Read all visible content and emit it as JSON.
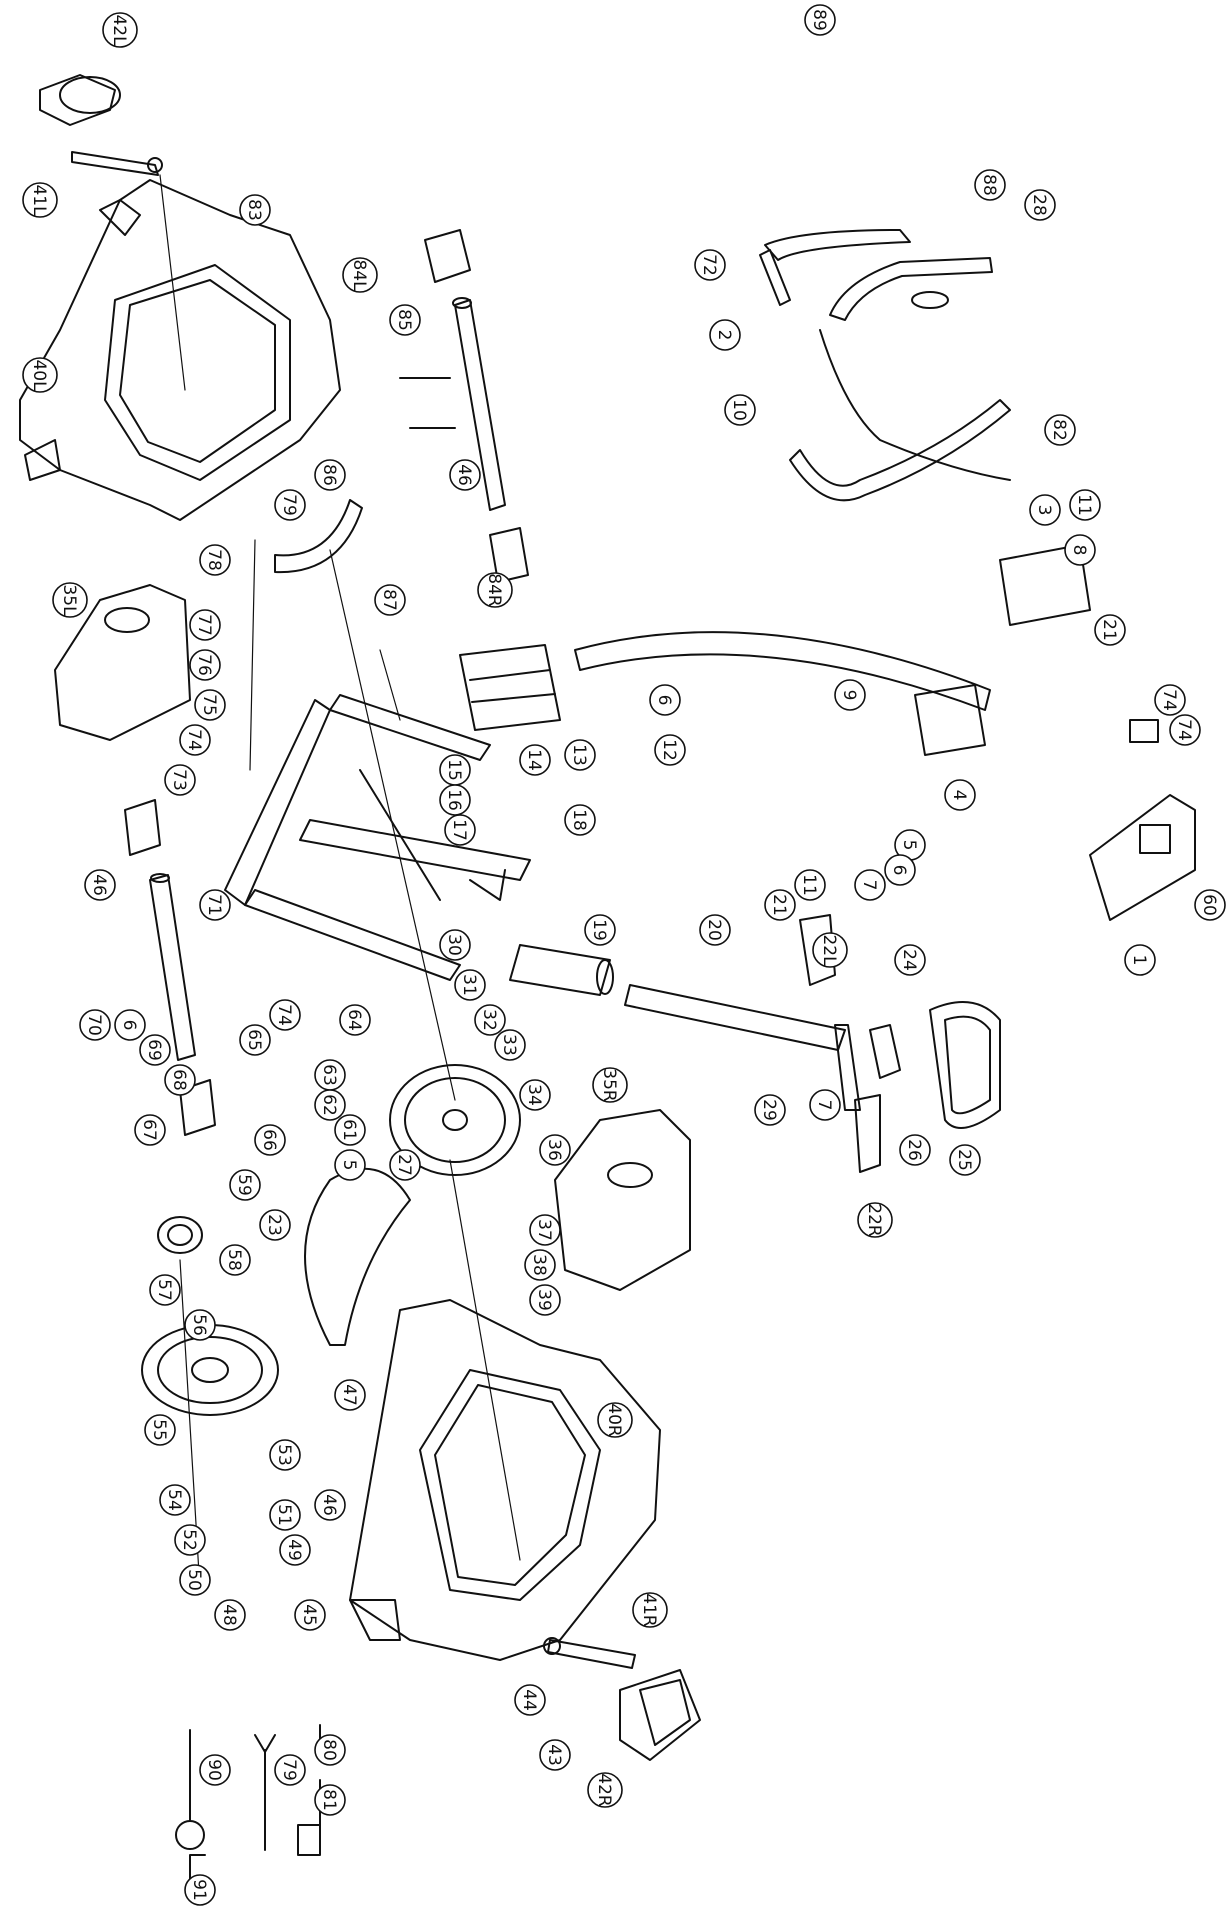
{
  "diagram": {
    "part_labels": [
      "42L",
      "41L",
      "83",
      "40L",
      "84L",
      "85",
      "46",
      "84R",
      "86",
      "79",
      "78",
      "77",
      "76",
      "75",
      "74",
      "73",
      "35L",
      "46",
      "71",
      "70",
      "6",
      "69",
      "68",
      "67",
      "65",
      "63",
      "62",
      "66",
      "61",
      "59",
      "5",
      "23",
      "64",
      "74",
      "30",
      "31",
      "32",
      "33",
      "34",
      "27",
      "35R",
      "36",
      "37",
      "38",
      "39",
      "47",
      "57",
      "58",
      "56",
      "55",
      "54",
      "53",
      "52",
      "51",
      "50",
      "49",
      "48",
      "46",
      "45",
      "40R",
      "41R",
      "44",
      "43",
      "42R",
      "90",
      "79",
      "80",
      "81",
      "91",
      "87",
      "15",
      "16",
      "17",
      "18",
      "14",
      "13",
      "9",
      "6",
      "12",
      "19",
      "20",
      "11",
      "21",
      "22L",
      "24",
      "26",
      "25",
      "29",
      "7",
      "22R",
      "4",
      "5",
      "6",
      "7",
      "8",
      "3",
      "11",
      "21",
      "74",
      "74",
      "60",
      "1",
      "10",
      "2",
      "72",
      "88",
      "28",
      "82",
      "89"
    ]
  }
}
